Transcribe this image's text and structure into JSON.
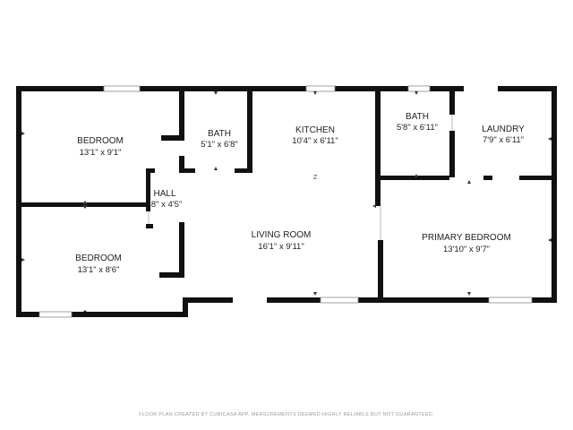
{
  "rooms": [
    {
      "id": "bedroom-1",
      "name": "BEDROOM",
      "dims": "13'1\" x 9'1\""
    },
    {
      "id": "bedroom-2",
      "name": "BEDROOM",
      "dims": "13'1\" x 8'6\""
    },
    {
      "id": "bath-1",
      "name": "BATH",
      "dims": "5'1\" x 6'8\""
    },
    {
      "id": "hall",
      "name": "HALL",
      "dims": "8\" x 4'5\""
    },
    {
      "id": "kitchen",
      "name": "KITCHEN",
      "dims": "10'4\" x 6'11\""
    },
    {
      "id": "living-room",
      "name": "LIVING ROOM",
      "dims": "16'1\" x 9'11\""
    },
    {
      "id": "bath-2",
      "name": "BATH",
      "dims": "5'8\" x 6'11\""
    },
    {
      "id": "laundry",
      "name": "LAUNDRY",
      "dims": "7'9\" x 6'11\""
    },
    {
      "id": "primary-bedroom",
      "name": "PRIMARY BEDROOM",
      "dims": "13'10\" x 9'7\""
    }
  ],
  "compass": "Z",
  "footer": "FLOOR PLAN CREATED BY CUBICASA APP. MEASUREMENTS DEEMED HIGHLY RELIABLE BUT NOT GUARANTEED."
}
